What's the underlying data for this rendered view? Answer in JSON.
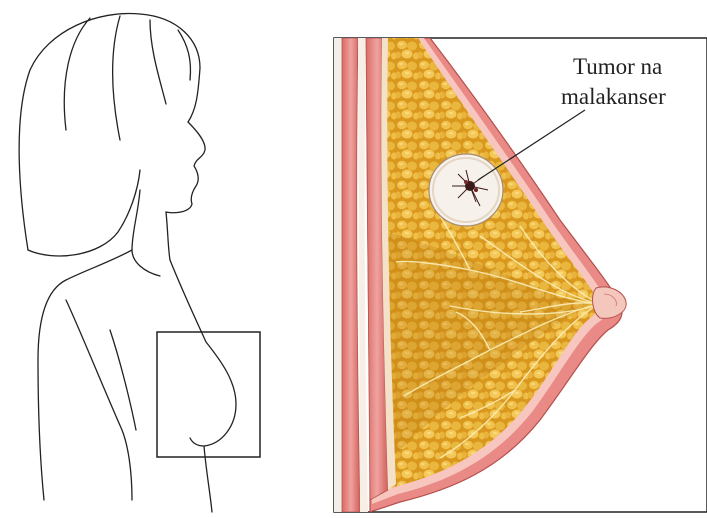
{
  "figure": {
    "tumor_label_line1": "Tumor na",
    "tumor_label_line2": "malakanser"
  },
  "colors": {
    "outline": "#222222",
    "skin": "#e88a86",
    "skin_dark": "#c65b55",
    "muscle": "#e07a74",
    "fat": "#e1a526",
    "fat_light": "#f2c552",
    "tumor": "#f1e7da",
    "tumor_core": "#3b1a1a",
    "ligament": "#f6e6a6"
  },
  "icons": {
    "silhouette": "woman-profile-outline",
    "zoom_box": "highlight-square",
    "cross_section": "breast-cross-section"
  }
}
